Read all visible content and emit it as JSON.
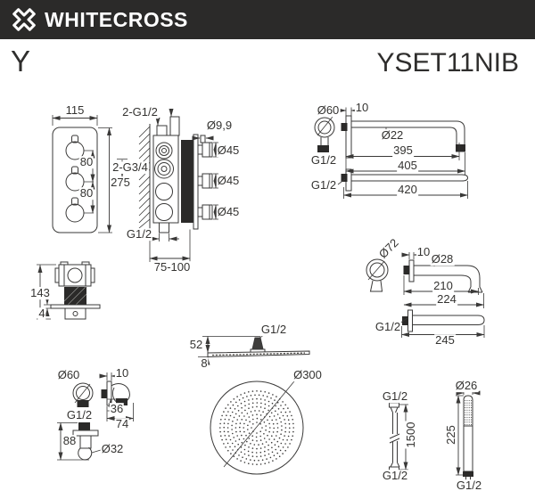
{
  "header": {
    "brand": "WHITECROSS",
    "logo_icon": "x-cross-logo",
    "bar_color": "#2b2a29"
  },
  "product": {
    "series": "Y",
    "model": "YSET11NIB"
  },
  "colors": {
    "line": "#3a3938",
    "text": "#343331",
    "fill_dark": "#2b2a29",
    "background": "#ffffff"
  },
  "valve_front": {
    "width": "115",
    "height": "275",
    "knob_pitch": [
      "80",
      "80"
    ]
  },
  "valve_side": {
    "top_threads": "2-G1/2",
    "side_threads": "2-G3/4",
    "stem_diameter": "Ø9,9",
    "knob_diameters": [
      "Ø45",
      "Ø45",
      "Ø45"
    ],
    "bottom_thread": "G1/2",
    "install_depth": "75-100"
  },
  "valve_body": {
    "height": "143",
    "plate_thickness": "4"
  },
  "shower_arm": {
    "flange_diameter": "Ø60",
    "flange_depth": "10",
    "wall_thread": "G1/2",
    "tube_diameter": "Ø22",
    "length_to_bend": "395",
    "length_overall": "405",
    "straight_thread": "G1/2",
    "straight_length": "420"
  },
  "spout": {
    "flange_diameter": "Ø72",
    "flange_depth": "10",
    "tube_diameter": "Ø28",
    "length_to_bend": "210",
    "length_overall": "224",
    "thread": "G1/2",
    "straight_length": "245"
  },
  "outlet_elbow": {
    "flange_diameter": "Ø60",
    "flange_depth": "10",
    "thread": "G1/2",
    "holder_height": "36",
    "holder_length": "74",
    "body_height": "88",
    "hook_diameter": "Ø32"
  },
  "head_shower": {
    "thread": "G1/2",
    "height": "52",
    "edge_thickness": "8",
    "diameter": "Ø300"
  },
  "hose": {
    "thread_top": "G1/2",
    "length": "1500",
    "thread_bottom": "G1/2"
  },
  "hand_shower": {
    "diameter": "Ø26",
    "length": "225",
    "thread": "G1/2"
  }
}
